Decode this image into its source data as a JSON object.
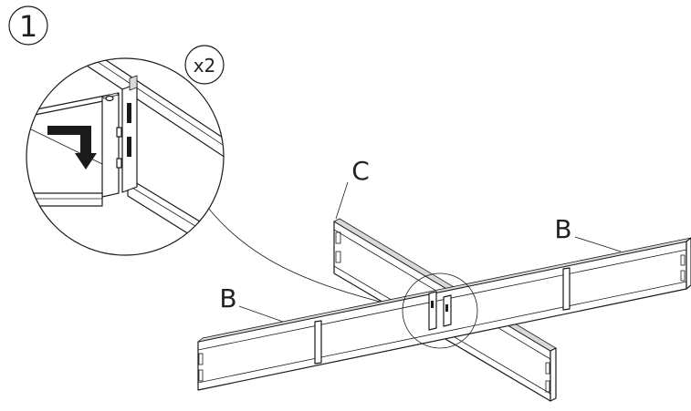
{
  "step": {
    "number": "1"
  },
  "detail": {
    "quantity": "x2"
  },
  "parts": {
    "label_c": "C",
    "label_b_right": "B",
    "label_b_left": "B"
  }
}
